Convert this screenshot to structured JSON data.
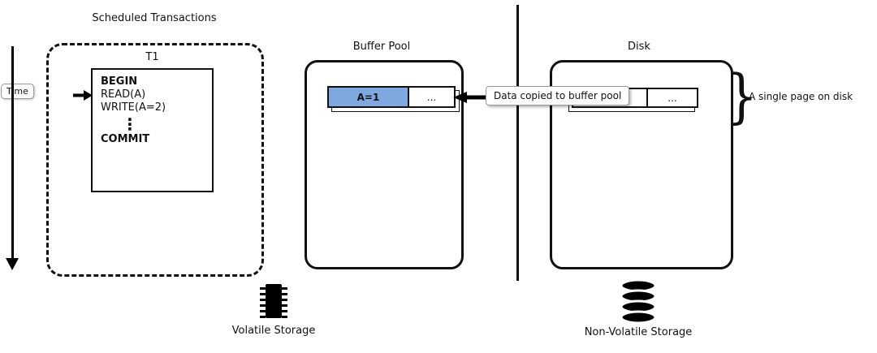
{
  "diagram": {
    "time_label": "Time",
    "scheduled_transactions_label": "Scheduled Transactions",
    "transaction": {
      "name": "T1",
      "statements": [
        "BEGIN",
        "READ(A)",
        "WRITE(A=2)",
        "⋮",
        "COMMIT"
      ]
    },
    "volatile": {
      "buffer_pool_label": "Buffer Pool",
      "storage_label": "Volatile Storage",
      "page": {
        "cells": [
          "A=1",
          "..."
        ]
      }
    },
    "annotation": "Data copied to buffer pool",
    "non_volatile": {
      "disk_label": "Disk",
      "storage_label": "Non-Volatile Storage",
      "page": {
        "cells": [
          "",
          "..."
        ]
      },
      "brace_glyph": "}",
      "brace_note": "A single page on disk"
    },
    "colors": {
      "page_highlight": "#7FA8E0",
      "line_color": "#111111"
    }
  }
}
